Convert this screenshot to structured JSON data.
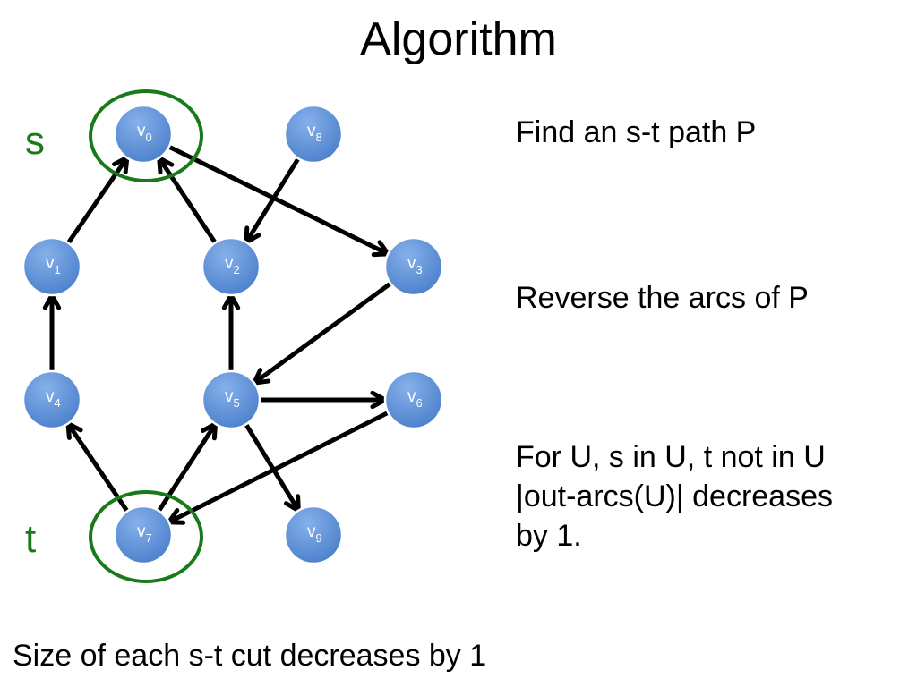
{
  "title": "Algorithm",
  "source_label": "s",
  "sink_label": "t",
  "nodes": [
    {
      "id": "v0",
      "base": "v",
      "sub": "0"
    },
    {
      "id": "v1",
      "base": "v",
      "sub": "1"
    },
    {
      "id": "v2",
      "base": "v",
      "sub": "2"
    },
    {
      "id": "v3",
      "base": "v",
      "sub": "3"
    },
    {
      "id": "v4",
      "base": "v",
      "sub": "4"
    },
    {
      "id": "v5",
      "base": "v",
      "sub": "5"
    },
    {
      "id": "v6",
      "base": "v",
      "sub": "6"
    },
    {
      "id": "v7",
      "base": "v",
      "sub": "7"
    },
    {
      "id": "v8",
      "base": "v",
      "sub": "8"
    },
    {
      "id": "v9",
      "base": "v",
      "sub": "9"
    }
  ],
  "edges": [
    {
      "from": "v1",
      "to": "v0"
    },
    {
      "from": "v2",
      "to": "v0"
    },
    {
      "from": "v8",
      "to": "v2"
    },
    {
      "from": "v0",
      "to": "v3"
    },
    {
      "from": "v4",
      "to": "v1"
    },
    {
      "from": "v5",
      "to": "v2"
    },
    {
      "from": "v3",
      "to": "v5"
    },
    {
      "from": "v5",
      "to": "v6"
    },
    {
      "from": "v7",
      "to": "v4"
    },
    {
      "from": "v7",
      "to": "v5"
    },
    {
      "from": "v6",
      "to": "v7"
    },
    {
      "from": "v5",
      "to": "v9"
    }
  ],
  "highlighted_nodes": [
    "v0",
    "v7"
  ],
  "colors": {
    "node_fill": "#5b8fd6",
    "node_stroke": "#ffffff",
    "highlight": "#1a7a1a",
    "edge": "#000000"
  },
  "steps": [
    {
      "lines": [
        "Find an s-t path P"
      ]
    },
    {
      "lines": [
        "Reverse the arcs of P"
      ]
    },
    {
      "lines": [
        "For U, s in U, t not in U",
        "|out-arcs(U)| decreases",
        "by 1."
      ]
    }
  ],
  "conclusion": "Size of each s-t cut decreases by 1"
}
